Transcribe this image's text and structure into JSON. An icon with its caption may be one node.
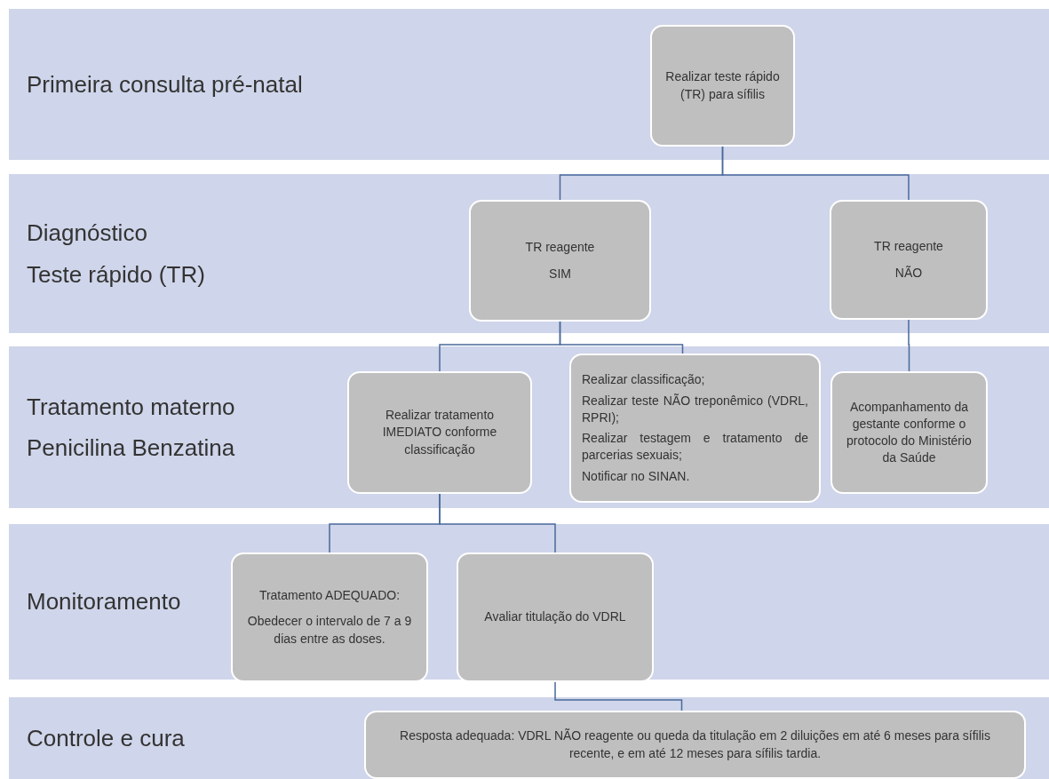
{
  "diagram": {
    "nodes": [
      {
        "text": [
          "Primeira consulta pré-natal"
        ]
      },
      {
        "text": [
          "Realizar teste rápido (TR) para sífilis"
        ],
        "in": 0
      },
      {
        "text": [
          "Diagnóstico",
          "Teste rápido (TR)"
        ]
      },
      {
        "text": [
          "TR reagente",
          "SIM"
        ],
        "in": 2
      },
      {
        "text": [
          "TR reagente",
          "NÃO"
        ],
        "in": 2
      },
      {
        "text": [
          "Tratamento materno",
          "Penicilina Benzatina"
        ]
      },
      {
        "text": [
          "Realizar tratamento IMEDIATO conforme classificação"
        ],
        "in": 5
      },
      {
        "text": [
          "Realizar classificação;",
          "Realizar teste NÃO treponêmico (VDRL, RPRI);",
          "Realizar testagem e tratamento de parcerias sexuais;",
          "Notificar no SINAN."
        ],
        "in": 5
      },
      {
        "text": [
          "Acompanhamento da gestante conforme o protocolo do Ministério da Saúde"
        ],
        "in": 5
      },
      {
        "text": [
          "Monitoramento"
        ]
      },
      {
        "text": [
          "Tratamento ADEQUADO:",
          "Obedecer o intervalo de 7 a 9 dias entre as doses."
        ],
        "in": 9
      },
      {
        "text": [
          "Avaliar titulação do VDRL"
        ],
        "in": 9
      },
      {
        "text": [
          "Controle e cura"
        ]
      },
      {
        "text": [
          "Resposta adequada:  VDRL NÃO reagente ou queda da titulação em 2 diluições em até 6 meses para sífilis recente, e em até 12 meses para sífilis tardia."
        ],
        "in": 12
      }
    ],
    "edges": [
      {
        "from": 1,
        "to": 3,
        "arrow": "none"
      },
      {
        "from": 1,
        "to": 4,
        "arrow": "none"
      },
      {
        "from": 3,
        "to": 6,
        "arrow": "none"
      },
      {
        "from": 3,
        "to": 7,
        "arrow": "none"
      },
      {
        "from": 4,
        "to": 8,
        "arrow": "none"
      },
      {
        "from": 6,
        "to": 10,
        "arrow": "none"
      },
      {
        "from": 6,
        "to": 11,
        "arrow": "none"
      },
      {
        "from": 11,
        "to": 13,
        "arrow": "none"
      }
    ]
  }
}
